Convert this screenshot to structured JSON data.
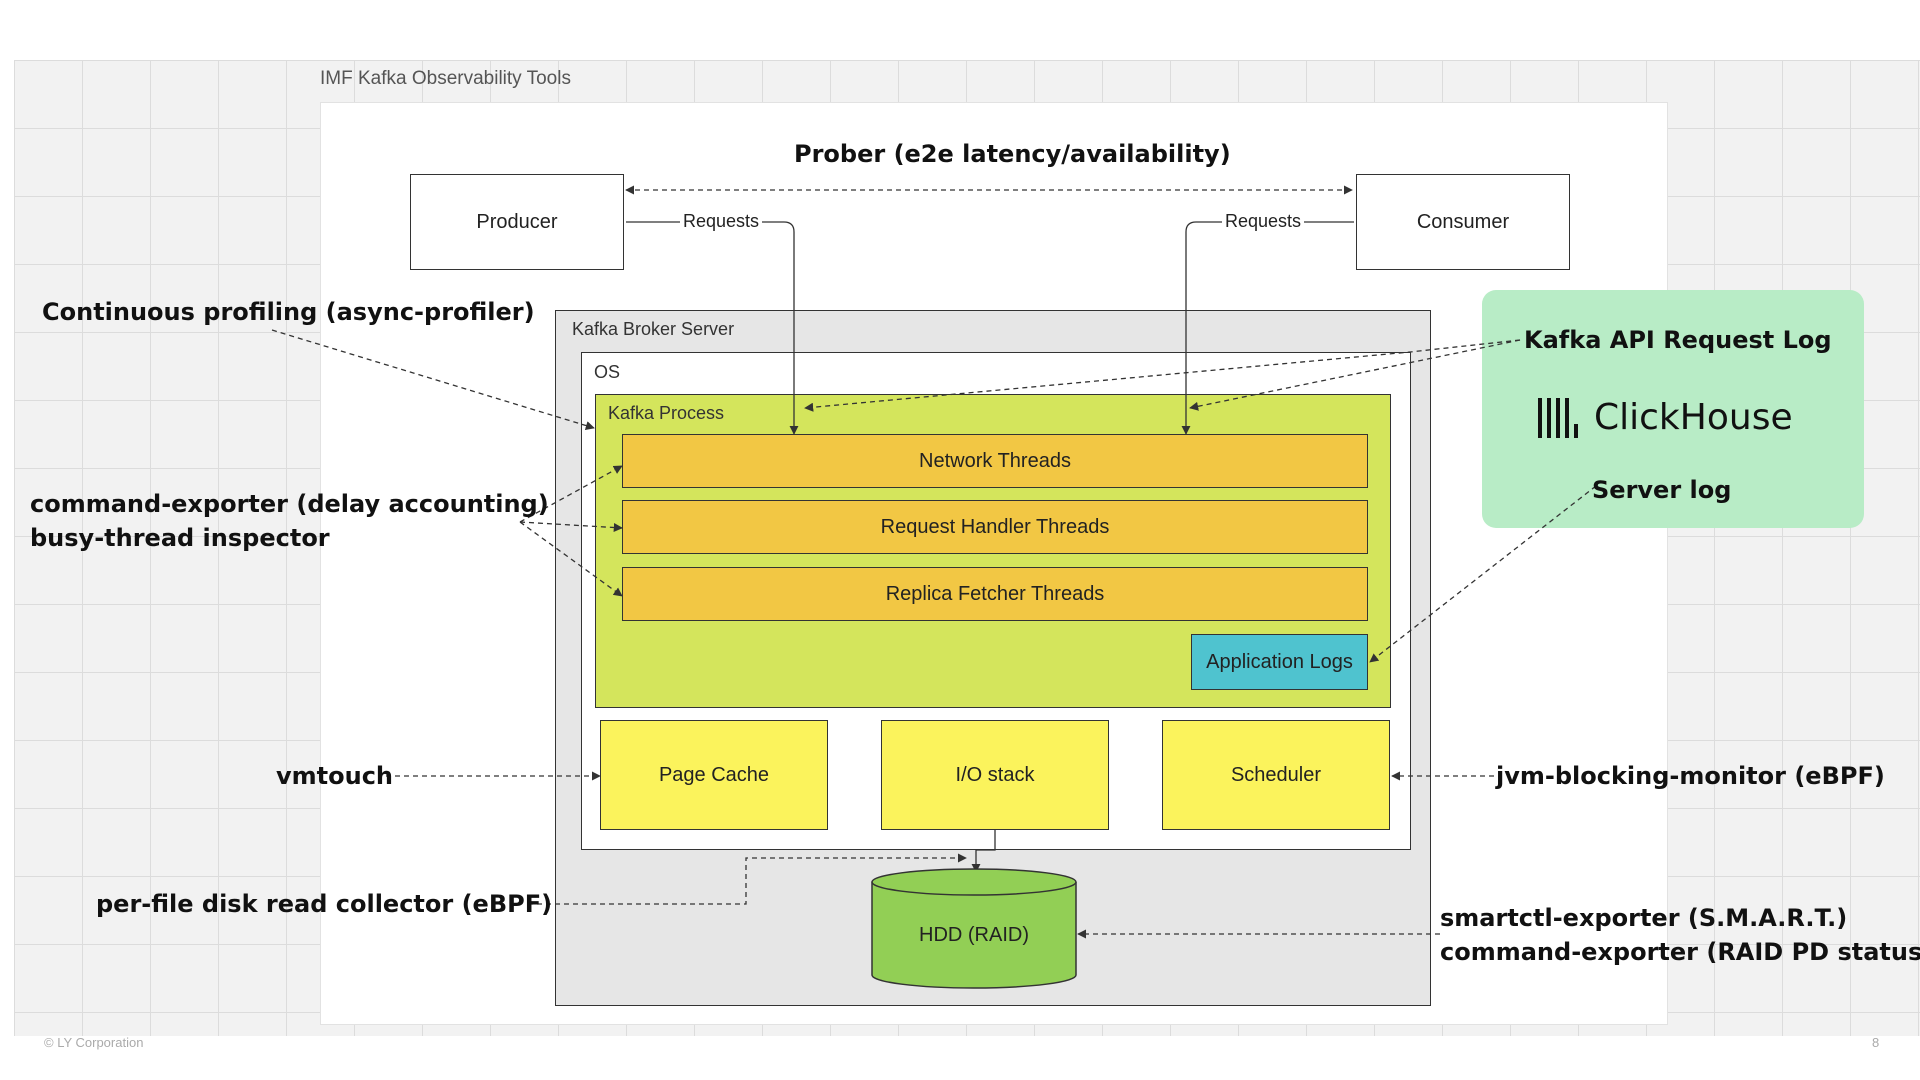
{
  "frame_title": "IMF Kafka Observability Tools",
  "prober": "Prober (e2e latency/availability)",
  "producer": "Producer",
  "consumer": "Consumer",
  "requests_label": "Requests",
  "broker_label": "Kafka Broker Server",
  "os_label": "OS",
  "kafka_process_label": "Kafka Process",
  "threads": [
    "Network Threads",
    "Request Handler Threads",
    "Replica Fetcher Threads"
  ],
  "application_logs": "Application Logs",
  "page_cache": "Page Cache",
  "io_stack": "I/O stack",
  "scheduler": "Scheduler",
  "hdd": "HDD (RAID)",
  "annotations": {
    "profiling": "Continuous profiling (async-profiler)",
    "cmd_exporter_line1": "command-exporter (delay accounting)",
    "cmd_exporter_line2": "busy-thread inspector",
    "vmtouch": "vmtouch",
    "disk_read": "per-file disk read collector (eBPF)",
    "jvm_blocking": "jvm-blocking-monitor (eBPF)",
    "smartctl_line1": "smartctl-exporter (S.M.A.R.T.)",
    "smartctl_line2": "command-exporter (RAID PD status)",
    "kafka_api_log": "Kafka API Request Log",
    "server_log": "Server log"
  },
  "clickhouse": "ClickHouse",
  "footer": {
    "copyright": "© LY Corporation",
    "page_number": "8"
  },
  "colors": {
    "kafka_process": "#d4e55c",
    "threads": "#f2c744",
    "application_logs": "#4fc3cf",
    "os_components": "#fbf35c",
    "hdd": "#92cf55",
    "clickhouse_panel": "#b8ecc6"
  }
}
